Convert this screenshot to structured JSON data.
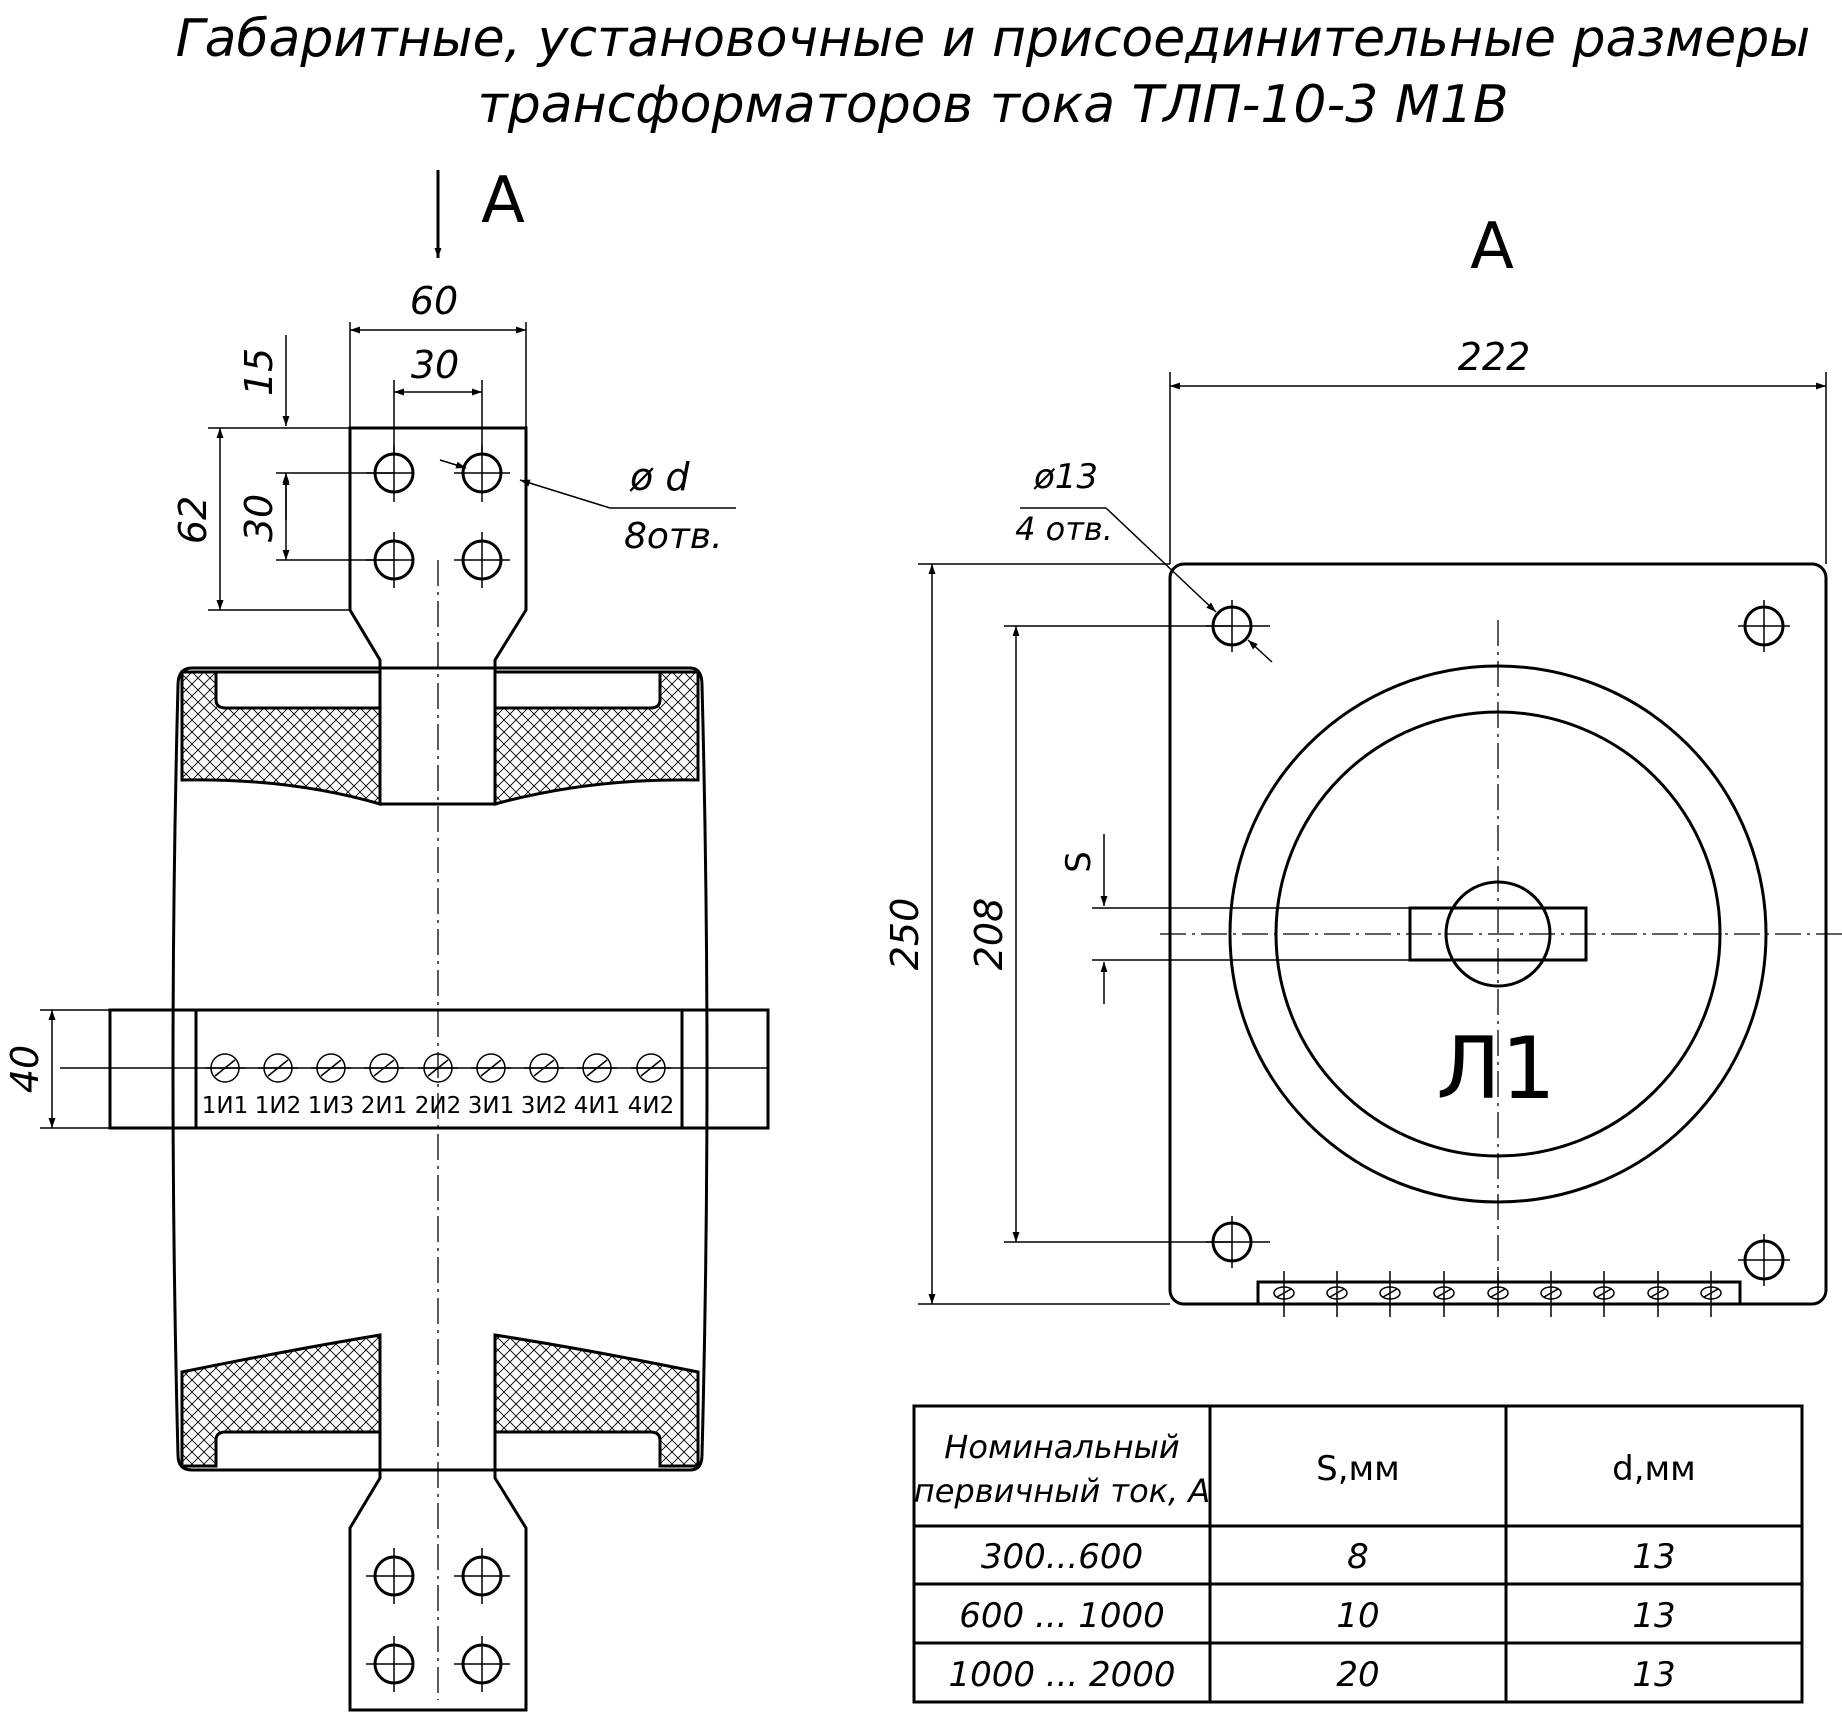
{
  "title": {
    "line1": "Габаритные, установочные и присоединительные размеры",
    "line2": "трансформаторов тока ТЛП-10-3 М1В"
  },
  "side_view": {
    "arrow_label": "А",
    "dims": {
      "width_60": "60",
      "spacing_30": "30",
      "edge_15": "15",
      "hole_pitch_30": "30",
      "height_62": "62",
      "block_40": "40"
    },
    "hole_label": "ø  d",
    "hole_count": "8отв.",
    "terminals": [
      "1И1",
      "1И2",
      "1И3",
      "2И1",
      "2И2",
      "3И1",
      "3И2",
      "4И1",
      "4И2"
    ]
  },
  "view_a": {
    "label": "А",
    "dims": {
      "width_222": "222",
      "height_250": "250",
      "mount_208": "208",
      "s": "S"
    },
    "mount_hole": "ø13",
    "mount_count": "4 отв.",
    "marking": "Л1"
  },
  "table": {
    "headers": {
      "current_line1": "Номинальный",
      "current_line2": "первичный ток, А",
      "s": "S,мм",
      "d": "d,мм"
    },
    "rows": [
      {
        "current": "300...600",
        "s": "8",
        "d": "13"
      },
      {
        "current": "600 ... 1000",
        "s": "10",
        "d": "13"
      },
      {
        "current": "1000 ... 2000",
        "s": "20",
        "d": "13"
      }
    ]
  }
}
